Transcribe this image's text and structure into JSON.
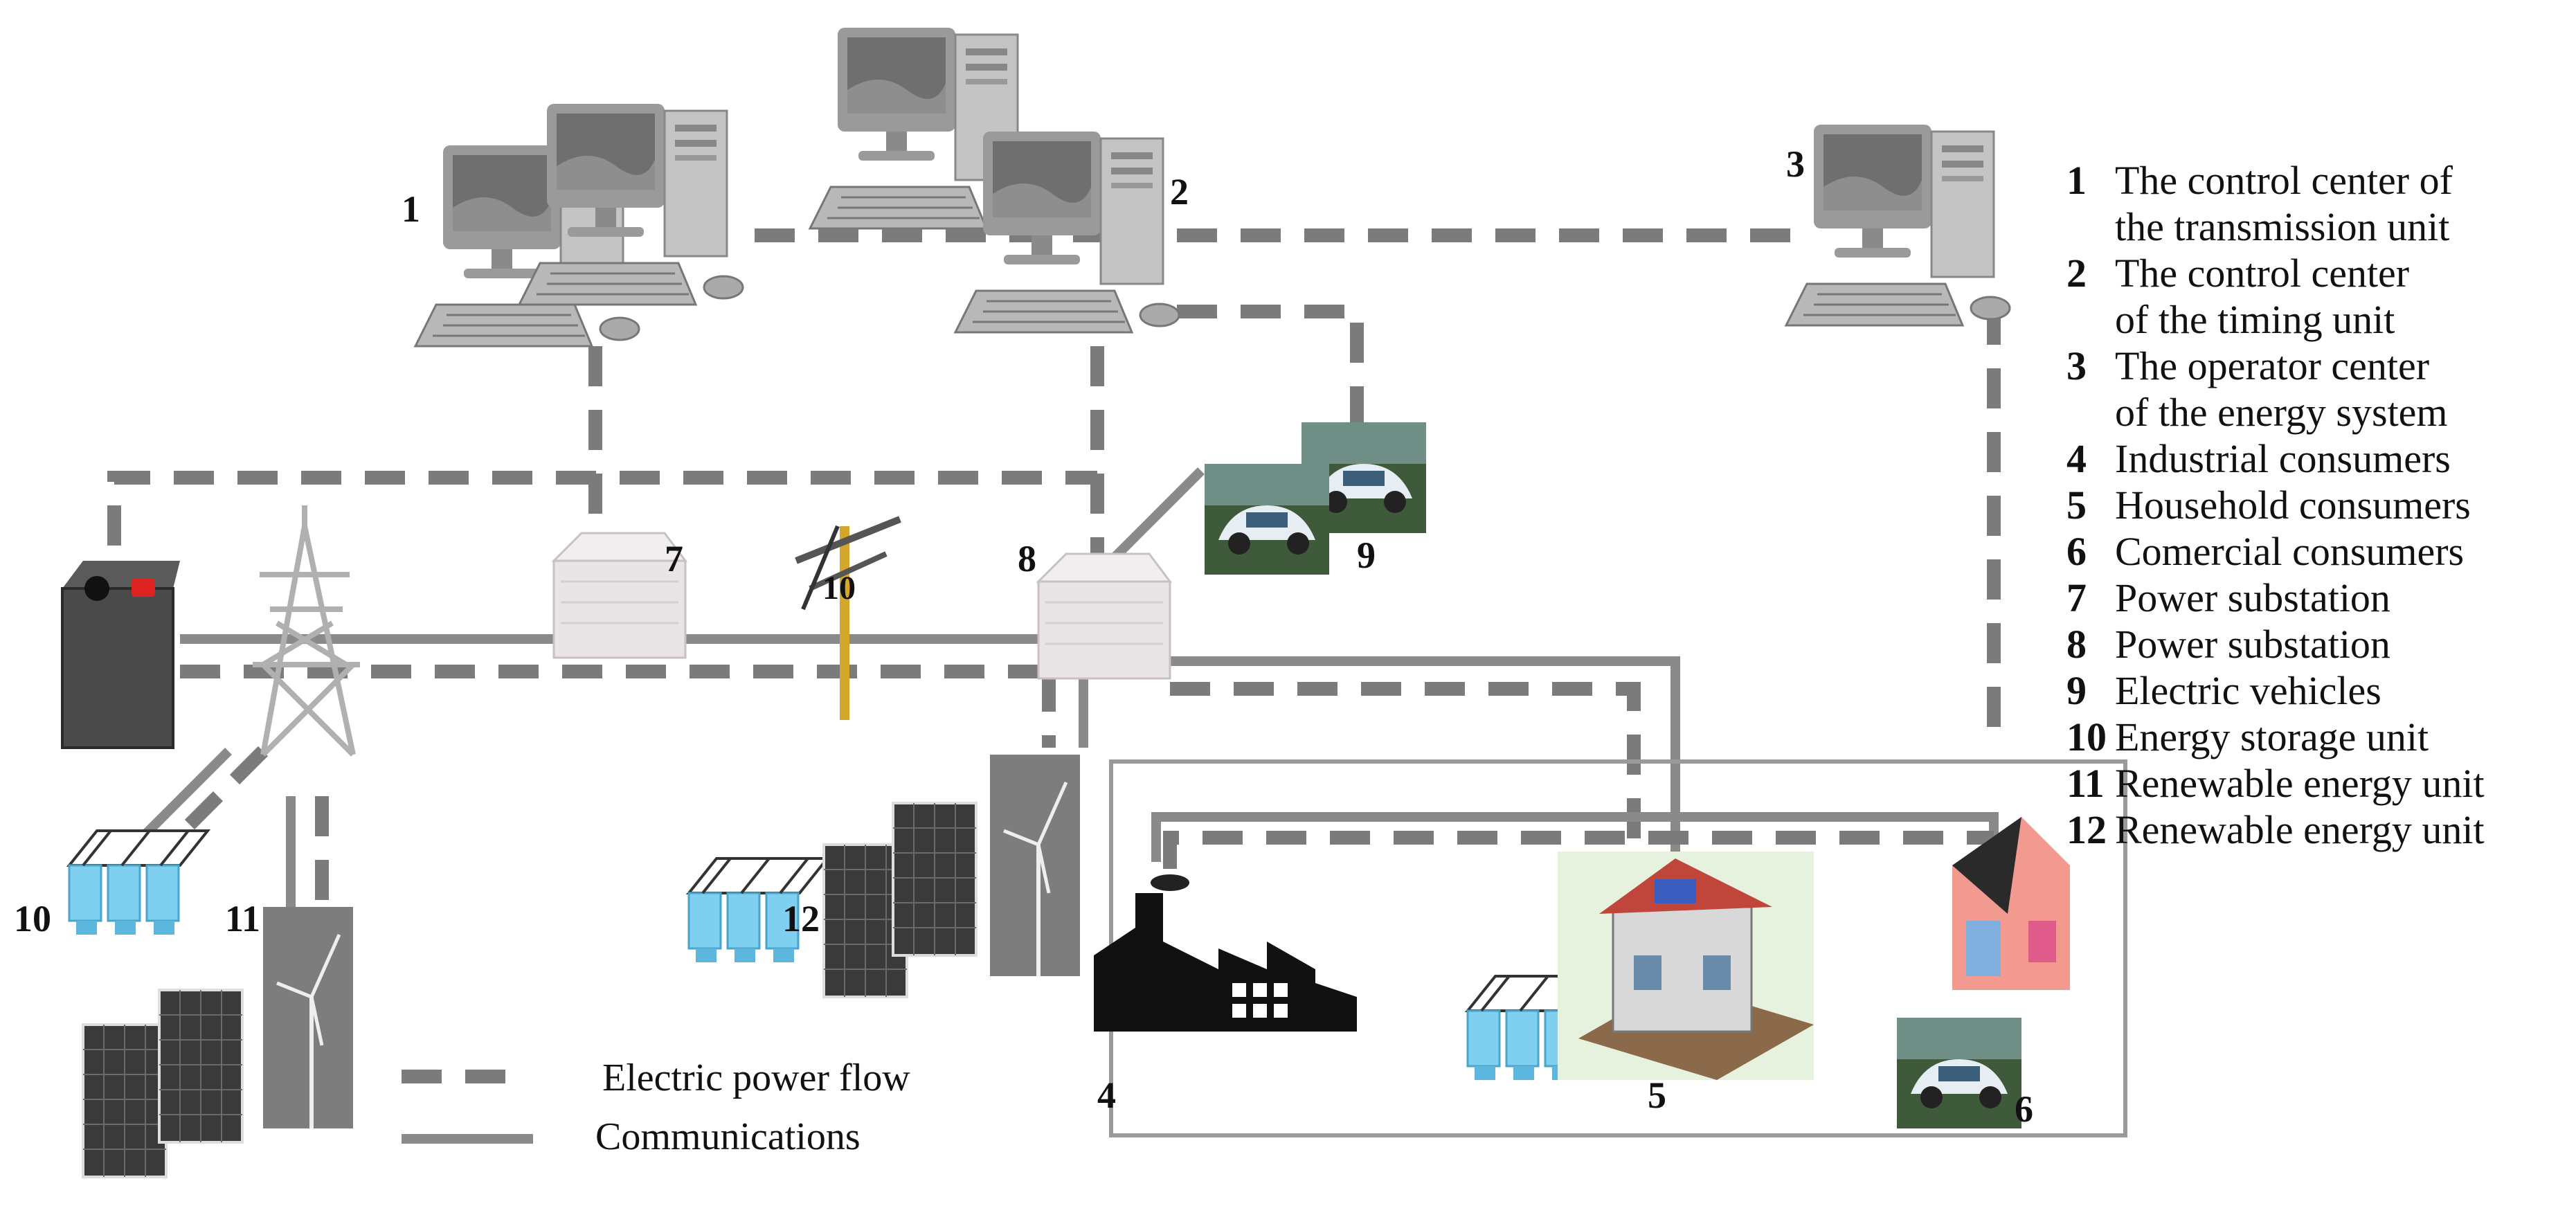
{
  "labels": {
    "n1": "1",
    "n2": "2",
    "n3": "3",
    "n4": "4",
    "n5": "5",
    "n6": "6",
    "n7": "7",
    "n8": "8",
    "n9": "9",
    "n10": "10",
    "n11": "11",
    "n12": "12"
  },
  "legend_items": [
    {
      "num": "1",
      "line1": "The control center of",
      "line2": "the transmission unit"
    },
    {
      "num": "2",
      "line1": "The control center",
      "line2": "of the timing unit"
    },
    {
      "num": "3",
      "line1": "The operator center",
      "line2": "of the energy system"
    },
    {
      "num": "4",
      "line1": "Industrial consumers"
    },
    {
      "num": "5",
      "line1": "Household consumers"
    },
    {
      "num": "6",
      "line1": "Comercial consumers"
    },
    {
      "num": "7",
      "line1": "Power substation"
    },
    {
      "num": "8",
      "line1": "Power substation"
    },
    {
      "num": "9",
      "line1": "Electric vehicles"
    },
    {
      "num": "10",
      "line1": "Energy storage unit"
    },
    {
      "num": "11",
      "line1": "Renewable energy unit"
    },
    {
      "num": "12",
      "line1": "Renewable energy unit"
    }
  ],
  "line_legend": {
    "dashed": "Electric power flow",
    "solid": "Communications"
  },
  "colors": {
    "line": "#7b7b7b",
    "monitor": "#9a9a9a",
    "screen": "#6f6f6f",
    "panel": "#3a3a3a",
    "battery_blue": "#7fd0f0",
    "tower": "#b0b0b0",
    "substation": "#e8e2e4",
    "house_roof": "#c0453a",
    "shop": "#f29a8f",
    "factory": "#111111",
    "pole": "#d4a72c"
  }
}
